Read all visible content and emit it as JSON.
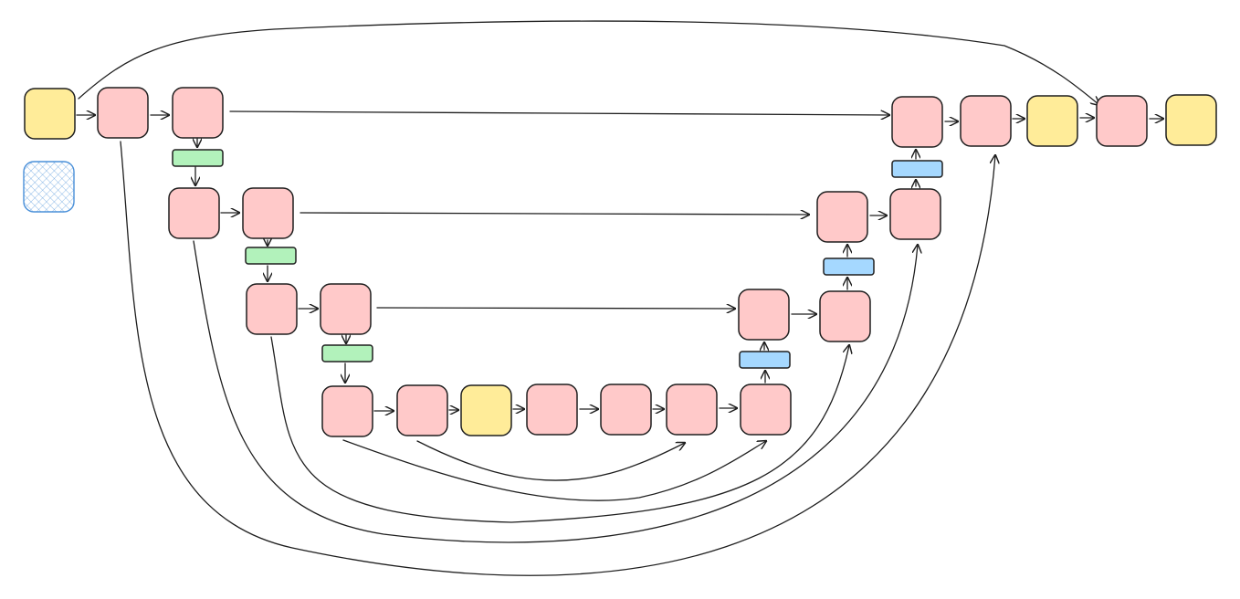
{
  "colors": {
    "background": "#ffffff",
    "stroke": "#1e1e1e",
    "pink": "#ffc9c9",
    "yellow": "#ffec99",
    "green": "#b2f2bb",
    "blue": "#a5d8ff",
    "hatch": "#4a90d9"
  },
  "diagram": {
    "kind": "u-shaped network architecture",
    "blocks": [
      {
        "id": "input",
        "fill": "yellow"
      },
      {
        "id": "legend-hatched",
        "fill": "hatch"
      },
      {
        "id": "enc1-a",
        "fill": "pink"
      },
      {
        "id": "enc1-b",
        "fill": "pink"
      },
      {
        "id": "down1",
        "fill": "green"
      },
      {
        "id": "enc2-a",
        "fill": "pink"
      },
      {
        "id": "enc2-b",
        "fill": "pink"
      },
      {
        "id": "down2",
        "fill": "green"
      },
      {
        "id": "enc3-a",
        "fill": "pink"
      },
      {
        "id": "enc3-b",
        "fill": "pink"
      },
      {
        "id": "down3",
        "fill": "green"
      },
      {
        "id": "bott-1",
        "fill": "pink"
      },
      {
        "id": "bott-2",
        "fill": "pink"
      },
      {
        "id": "bott-mid",
        "fill": "yellow"
      },
      {
        "id": "bott-3",
        "fill": "pink"
      },
      {
        "id": "bott-4",
        "fill": "pink"
      },
      {
        "id": "bott-5",
        "fill": "pink"
      },
      {
        "id": "bott-6",
        "fill": "pink"
      },
      {
        "id": "up3",
        "fill": "blue"
      },
      {
        "id": "dec3-a",
        "fill": "pink"
      },
      {
        "id": "dec3-b",
        "fill": "pink"
      },
      {
        "id": "up2",
        "fill": "blue"
      },
      {
        "id": "dec2-a",
        "fill": "pink"
      },
      {
        "id": "dec2-b",
        "fill": "pink"
      },
      {
        "id": "up1",
        "fill": "blue"
      },
      {
        "id": "dec1-a",
        "fill": "pink"
      },
      {
        "id": "dec1-b",
        "fill": "pink"
      },
      {
        "id": "out-mid",
        "fill": "yellow"
      },
      {
        "id": "out-conv",
        "fill": "pink"
      },
      {
        "id": "output",
        "fill": "yellow"
      }
    ],
    "connections": [
      {
        "from": "input",
        "to": "enc1-a"
      },
      {
        "from": "enc1-a",
        "to": "enc1-b"
      },
      {
        "from": "enc1-b",
        "to": "down1"
      },
      {
        "from": "down1",
        "to": "enc2-a"
      },
      {
        "from": "enc2-a",
        "to": "enc2-b"
      },
      {
        "from": "enc2-b",
        "to": "down2"
      },
      {
        "from": "down2",
        "to": "enc3-a"
      },
      {
        "from": "enc3-a",
        "to": "enc3-b"
      },
      {
        "from": "enc3-b",
        "to": "down3"
      },
      {
        "from": "down3",
        "to": "bott-1"
      },
      {
        "from": "bott-1",
        "to": "bott-2"
      },
      {
        "from": "bott-2",
        "to": "bott-mid"
      },
      {
        "from": "bott-mid",
        "to": "bott-3"
      },
      {
        "from": "bott-3",
        "to": "bott-4"
      },
      {
        "from": "bott-4",
        "to": "bott-5"
      },
      {
        "from": "bott-5",
        "to": "bott-6"
      },
      {
        "from": "bott-6",
        "to": "up3"
      },
      {
        "from": "up3",
        "to": "dec3-a"
      },
      {
        "from": "dec3-a",
        "to": "dec3-b"
      },
      {
        "from": "dec3-b",
        "to": "up2"
      },
      {
        "from": "up2",
        "to": "dec2-a"
      },
      {
        "from": "dec2-a",
        "to": "dec2-b"
      },
      {
        "from": "dec2-b",
        "to": "up1"
      },
      {
        "from": "up1",
        "to": "dec1-a"
      },
      {
        "from": "dec1-a",
        "to": "dec1-b"
      },
      {
        "from": "dec1-b",
        "to": "out-mid"
      },
      {
        "from": "out-mid",
        "to": "out-conv"
      },
      {
        "from": "out-conv",
        "to": "output"
      },
      {
        "from": "enc1-b",
        "to": "dec1-a"
      },
      {
        "from": "enc2-b",
        "to": "dec2-a"
      },
      {
        "from": "enc3-b",
        "to": "dec3-a"
      },
      {
        "from": "input",
        "to": "out-conv"
      },
      {
        "from": "enc1-a",
        "to": "dec1-b"
      },
      {
        "from": "enc2-a",
        "to": "dec2-b"
      },
      {
        "from": "enc3-a",
        "to": "dec3-b"
      },
      {
        "from": "bott-1",
        "to": "bott-6"
      },
      {
        "from": "bott-2",
        "to": "bott-5"
      }
    ]
  }
}
